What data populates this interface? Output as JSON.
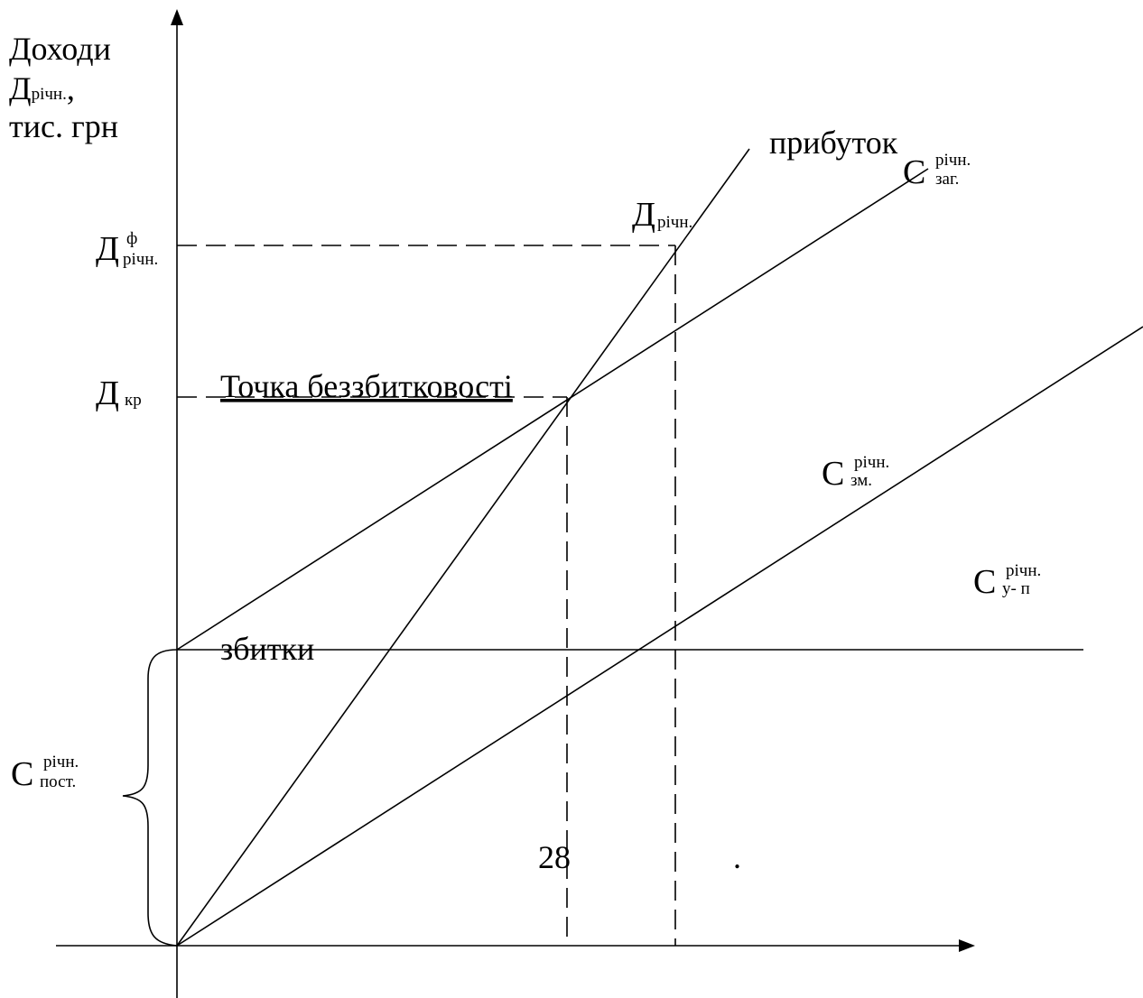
{
  "y_axis_label": {
    "line1": "Доходи",
    "line2_main": "Д",
    "line2_sub": "річн.",
    "line2_suffix": ",",
    "line3": "тис. грн"
  },
  "labels": {
    "profit": "прибуток",
    "breakeven": "Точка беззбитковості",
    "losses": "збитки",
    "x_value": "28",
    "dot": "."
  },
  "symbols": {
    "d_fact": {
      "main": "Д",
      "sup": "ф",
      "sub": "річн."
    },
    "d_kr": {
      "main": "Д",
      "sub": "кр"
    },
    "d_annual": {
      "main": "Д",
      "sub": "річн."
    },
    "c_total": {
      "main": "С",
      "sup": "річн.",
      "sub": "заг."
    },
    "c_variable": {
      "main": "С",
      "sup": "річн.",
      "sub": "зм."
    },
    "c_semi": {
      "main": "С",
      "sup": "річн.",
      "sub": "у- п"
    },
    "c_fixed": {
      "main": "С",
      "sup": "річн.",
      "sub": "пост."
    }
  }
}
